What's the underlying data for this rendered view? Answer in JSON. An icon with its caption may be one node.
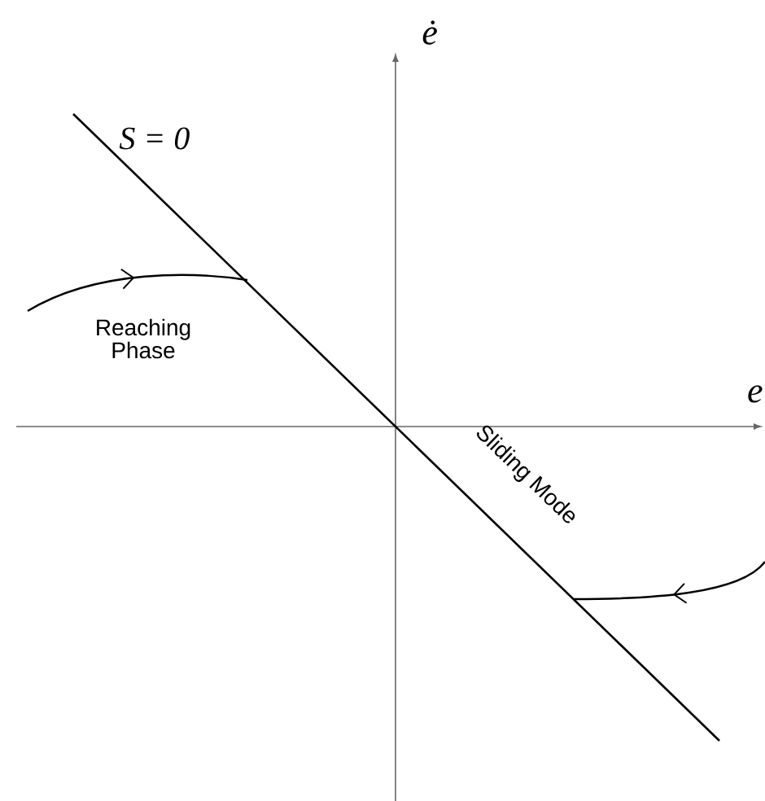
{
  "diagram": {
    "labels": [
      "ė",
      "S = 0",
      "Reaching Phase",
      "e",
      "Sliding Mode"
    ]
  }
}
